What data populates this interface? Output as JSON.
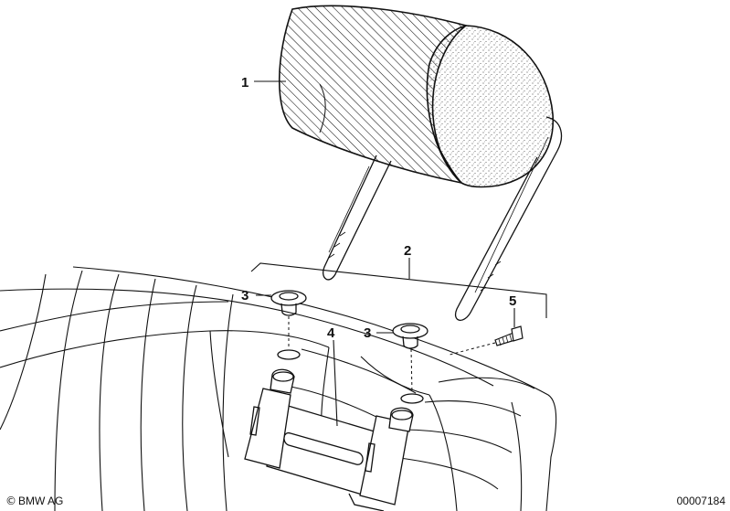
{
  "diagram": {
    "callouts": {
      "c1": "1",
      "c2": "2",
      "c3a": "3",
      "c3b": "3",
      "c4": "4",
      "c5": "5"
    },
    "footer": {
      "copyright_symbol": "©",
      "brand": "BMW AG",
      "part_number": "00007184"
    }
  },
  "colors": {
    "line": "#111111",
    "background": "#ffffff"
  }
}
